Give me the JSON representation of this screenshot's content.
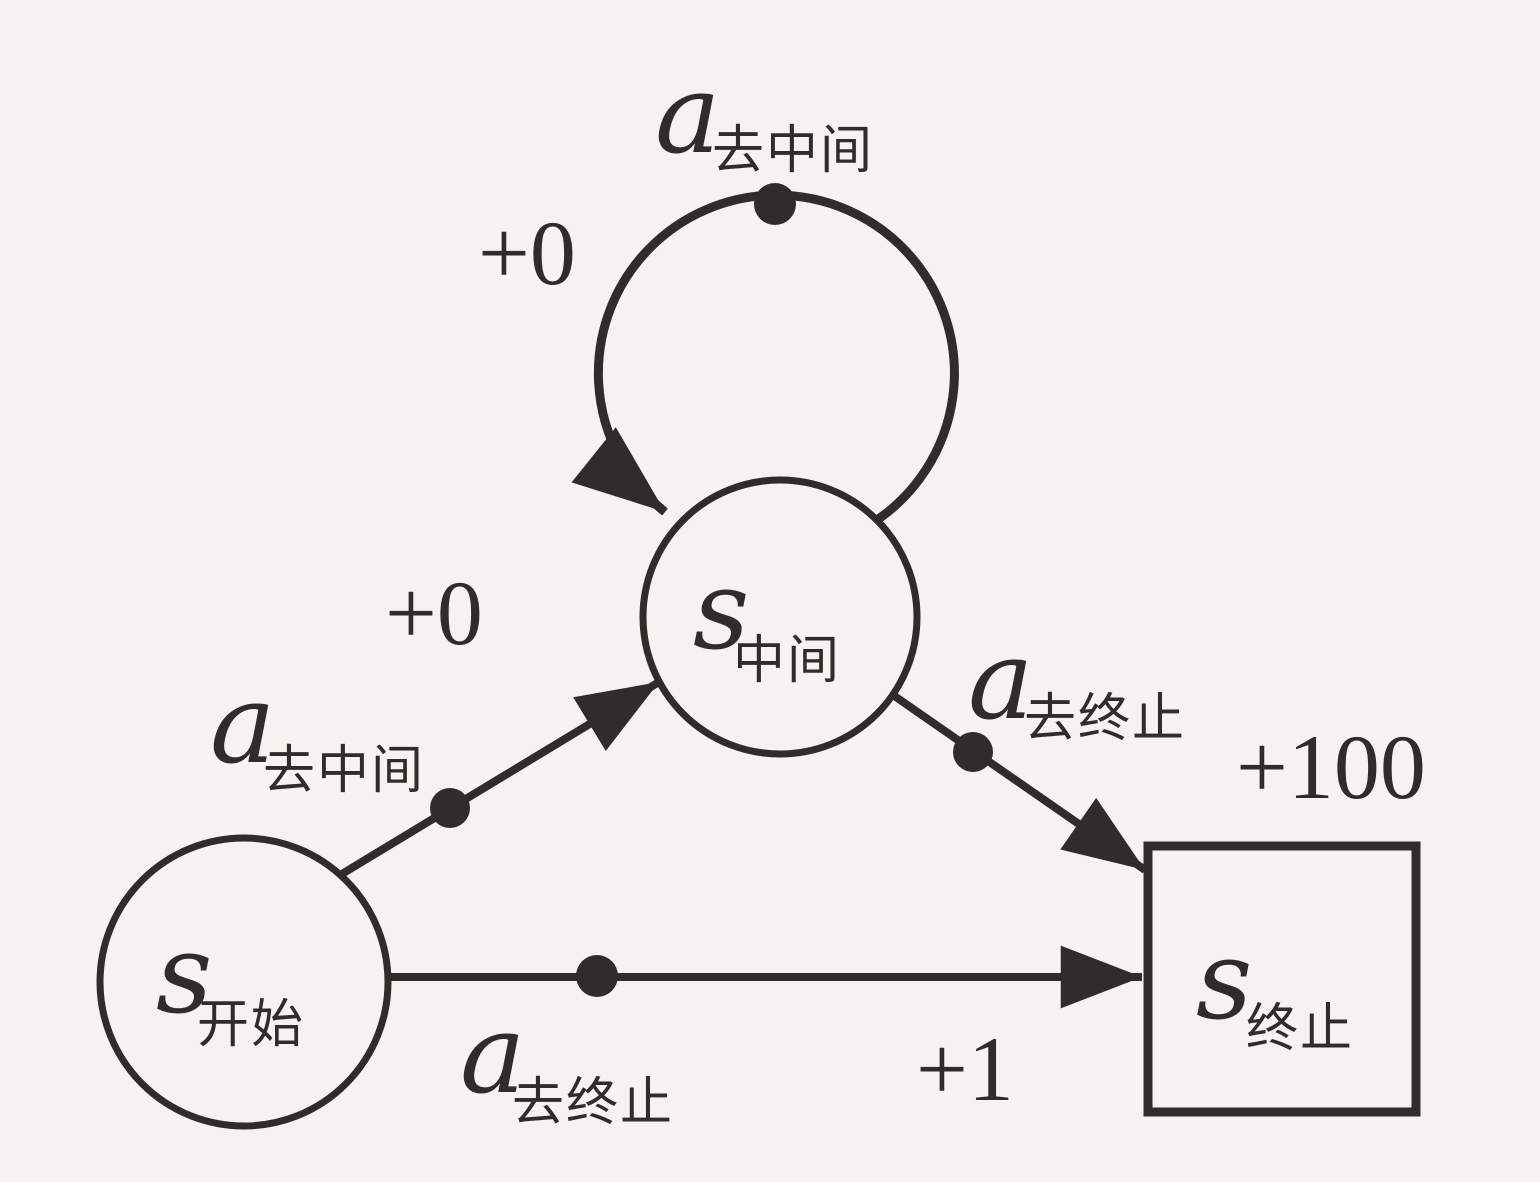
{
  "colors": {
    "paper": "#f5f3ef",
    "ink": "#2e2d2b"
  },
  "nodes": {
    "start": {
      "main": "s",
      "sub": "开始"
    },
    "middle": {
      "main": "s",
      "sub": "中间"
    },
    "terminal": {
      "main": "s",
      "sub": "终止"
    }
  },
  "edges": {
    "middle_self_loop": {
      "action_main": "a",
      "action_sub": "去中间",
      "reward": "+0"
    },
    "start_to_middle": {
      "action_main": "a",
      "action_sub": "去中间",
      "reward": "+0"
    },
    "middle_to_terminal": {
      "action_main": "a",
      "action_sub": "去终止",
      "reward": "+100"
    },
    "start_to_terminal": {
      "action_main": "a",
      "action_sub": "去终止",
      "reward": "+1"
    }
  }
}
